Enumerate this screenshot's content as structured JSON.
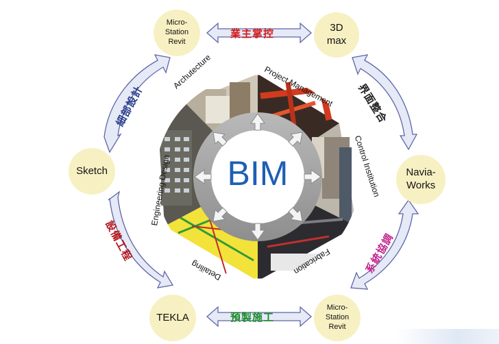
{
  "center_label": "BIM",
  "ring_labels": {
    "architecture": "Archutecture",
    "project_management": "Project Management",
    "control_institution": "Control Institution",
    "fabrication": "Fabrication",
    "detailing": "Detailing",
    "engineering_design": "Engineering Design"
  },
  "nodes": {
    "top_left": "Micro-\nStation\nRevit",
    "top_right": "3D\nmax",
    "left": "Sketch",
    "right": "Navia-\nWorks",
    "bottom_left": "TEKLA",
    "bottom_right": "Micro-\nStation\nRevit"
  },
  "links": {
    "top": "業主掌控",
    "upper_right": "界面整合",
    "lower_right": "系統協調",
    "bottom": "預製施工",
    "lower_left": "設備工程",
    "upper_left": "細部設計"
  },
  "colors": {
    "node_fill": "#f7f0c2",
    "outer_arrow_fill": "#e6e9f6",
    "outer_arrow_stroke": "#5d66a8",
    "link_top": "#d21a1a",
    "link_upper_right": "#222222",
    "link_lower_right": "#c0268f",
    "link_bottom": "#1c8a2a",
    "link_lower_left": "#b2171f",
    "link_upper_left": "#2a3f8c",
    "center_text": "#1f5fb3",
    "hub_gray": "#9a9a9a"
  }
}
